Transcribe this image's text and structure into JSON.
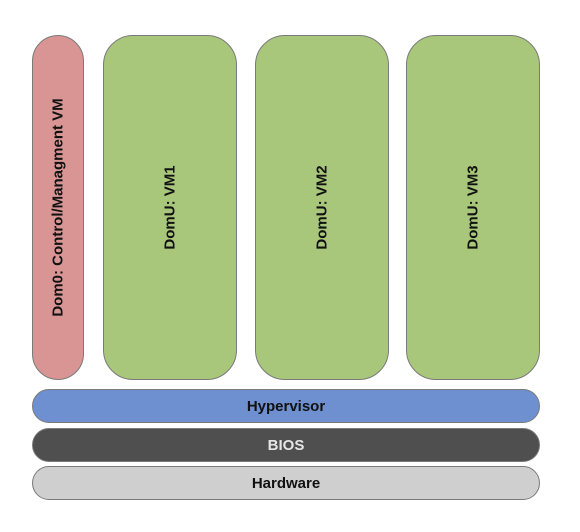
{
  "diagram": {
    "dom0": {
      "label": "Dom0: Control/Managment VM"
    },
    "vms": [
      {
        "label": "DomU: VM1"
      },
      {
        "label": "DomU: VM2"
      },
      {
        "label": "DomU: VM3"
      }
    ],
    "layers": {
      "hypervisor": "Hypervisor",
      "bios": "BIOS",
      "hardware": "Hardware"
    },
    "colors": {
      "dom0": "#d99594",
      "domu": "#a9c77a",
      "hypervisor": "#6e8fd0",
      "bios": "#4f4f4f",
      "hardware": "#cfcfcf"
    }
  }
}
